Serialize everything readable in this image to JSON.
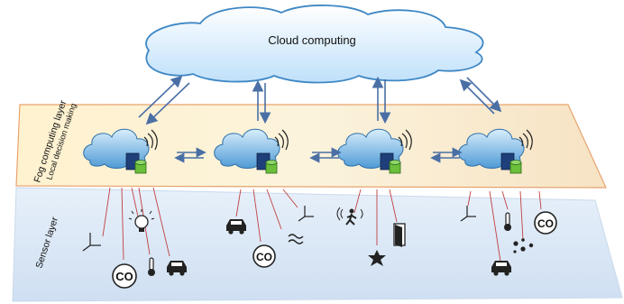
{
  "cloud": {
    "title": "Cloud computing"
  },
  "fog_layer": {
    "title": "Fog computing layer",
    "subtitle": "Local decision making"
  },
  "sensor_layer": {
    "title": "Sensor layer"
  },
  "sensors": {
    "co_label": "CO"
  },
  "colors": {
    "cloud_fill": "#d8ecfb",
    "cloud_stroke": "#3f88c5",
    "fog_fill": "#fbeec6",
    "fog_stroke": "#e7a36e",
    "sensor_fill": "#dde9f6",
    "arrow": "#4a6fa5",
    "connector": "#c04040",
    "server": "#1f3f7a",
    "db": "#6bbf3a"
  },
  "icons": [
    "cloud",
    "fog-node",
    "wifi",
    "server",
    "database",
    "car",
    "thermometer",
    "lightbulb",
    "gyroscope",
    "humidity",
    "motion",
    "door",
    "light-sensor",
    "particles"
  ]
}
